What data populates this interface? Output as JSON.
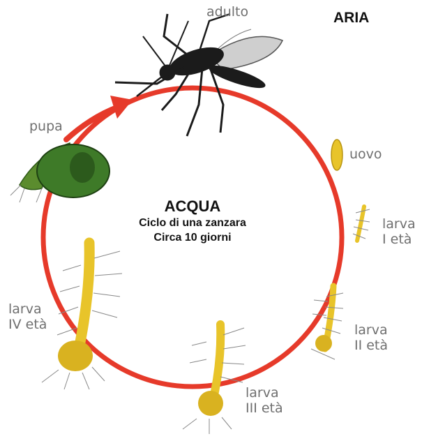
{
  "labels": {
    "adulto": "adulto",
    "aria": "ARIA",
    "pupa": "pupa",
    "uovo": "uovo",
    "larva1": [
      "larva",
      "I età"
    ],
    "larva2": [
      "larva",
      "II età"
    ],
    "larva3": [
      "larva",
      "III età"
    ],
    "larva4": [
      "larva",
      "IV età"
    ]
  },
  "center": {
    "title": "ACQUA",
    "line1": "Ciclo di una zanzara",
    "line2": "Circa 10 giorni"
  },
  "colors": {
    "cycle": "#e63a2a",
    "larva": "#e8c42a",
    "pupa": "#3e7a28",
    "mosquito": "#1b1b1b",
    "label": "#6f6f6f"
  }
}
